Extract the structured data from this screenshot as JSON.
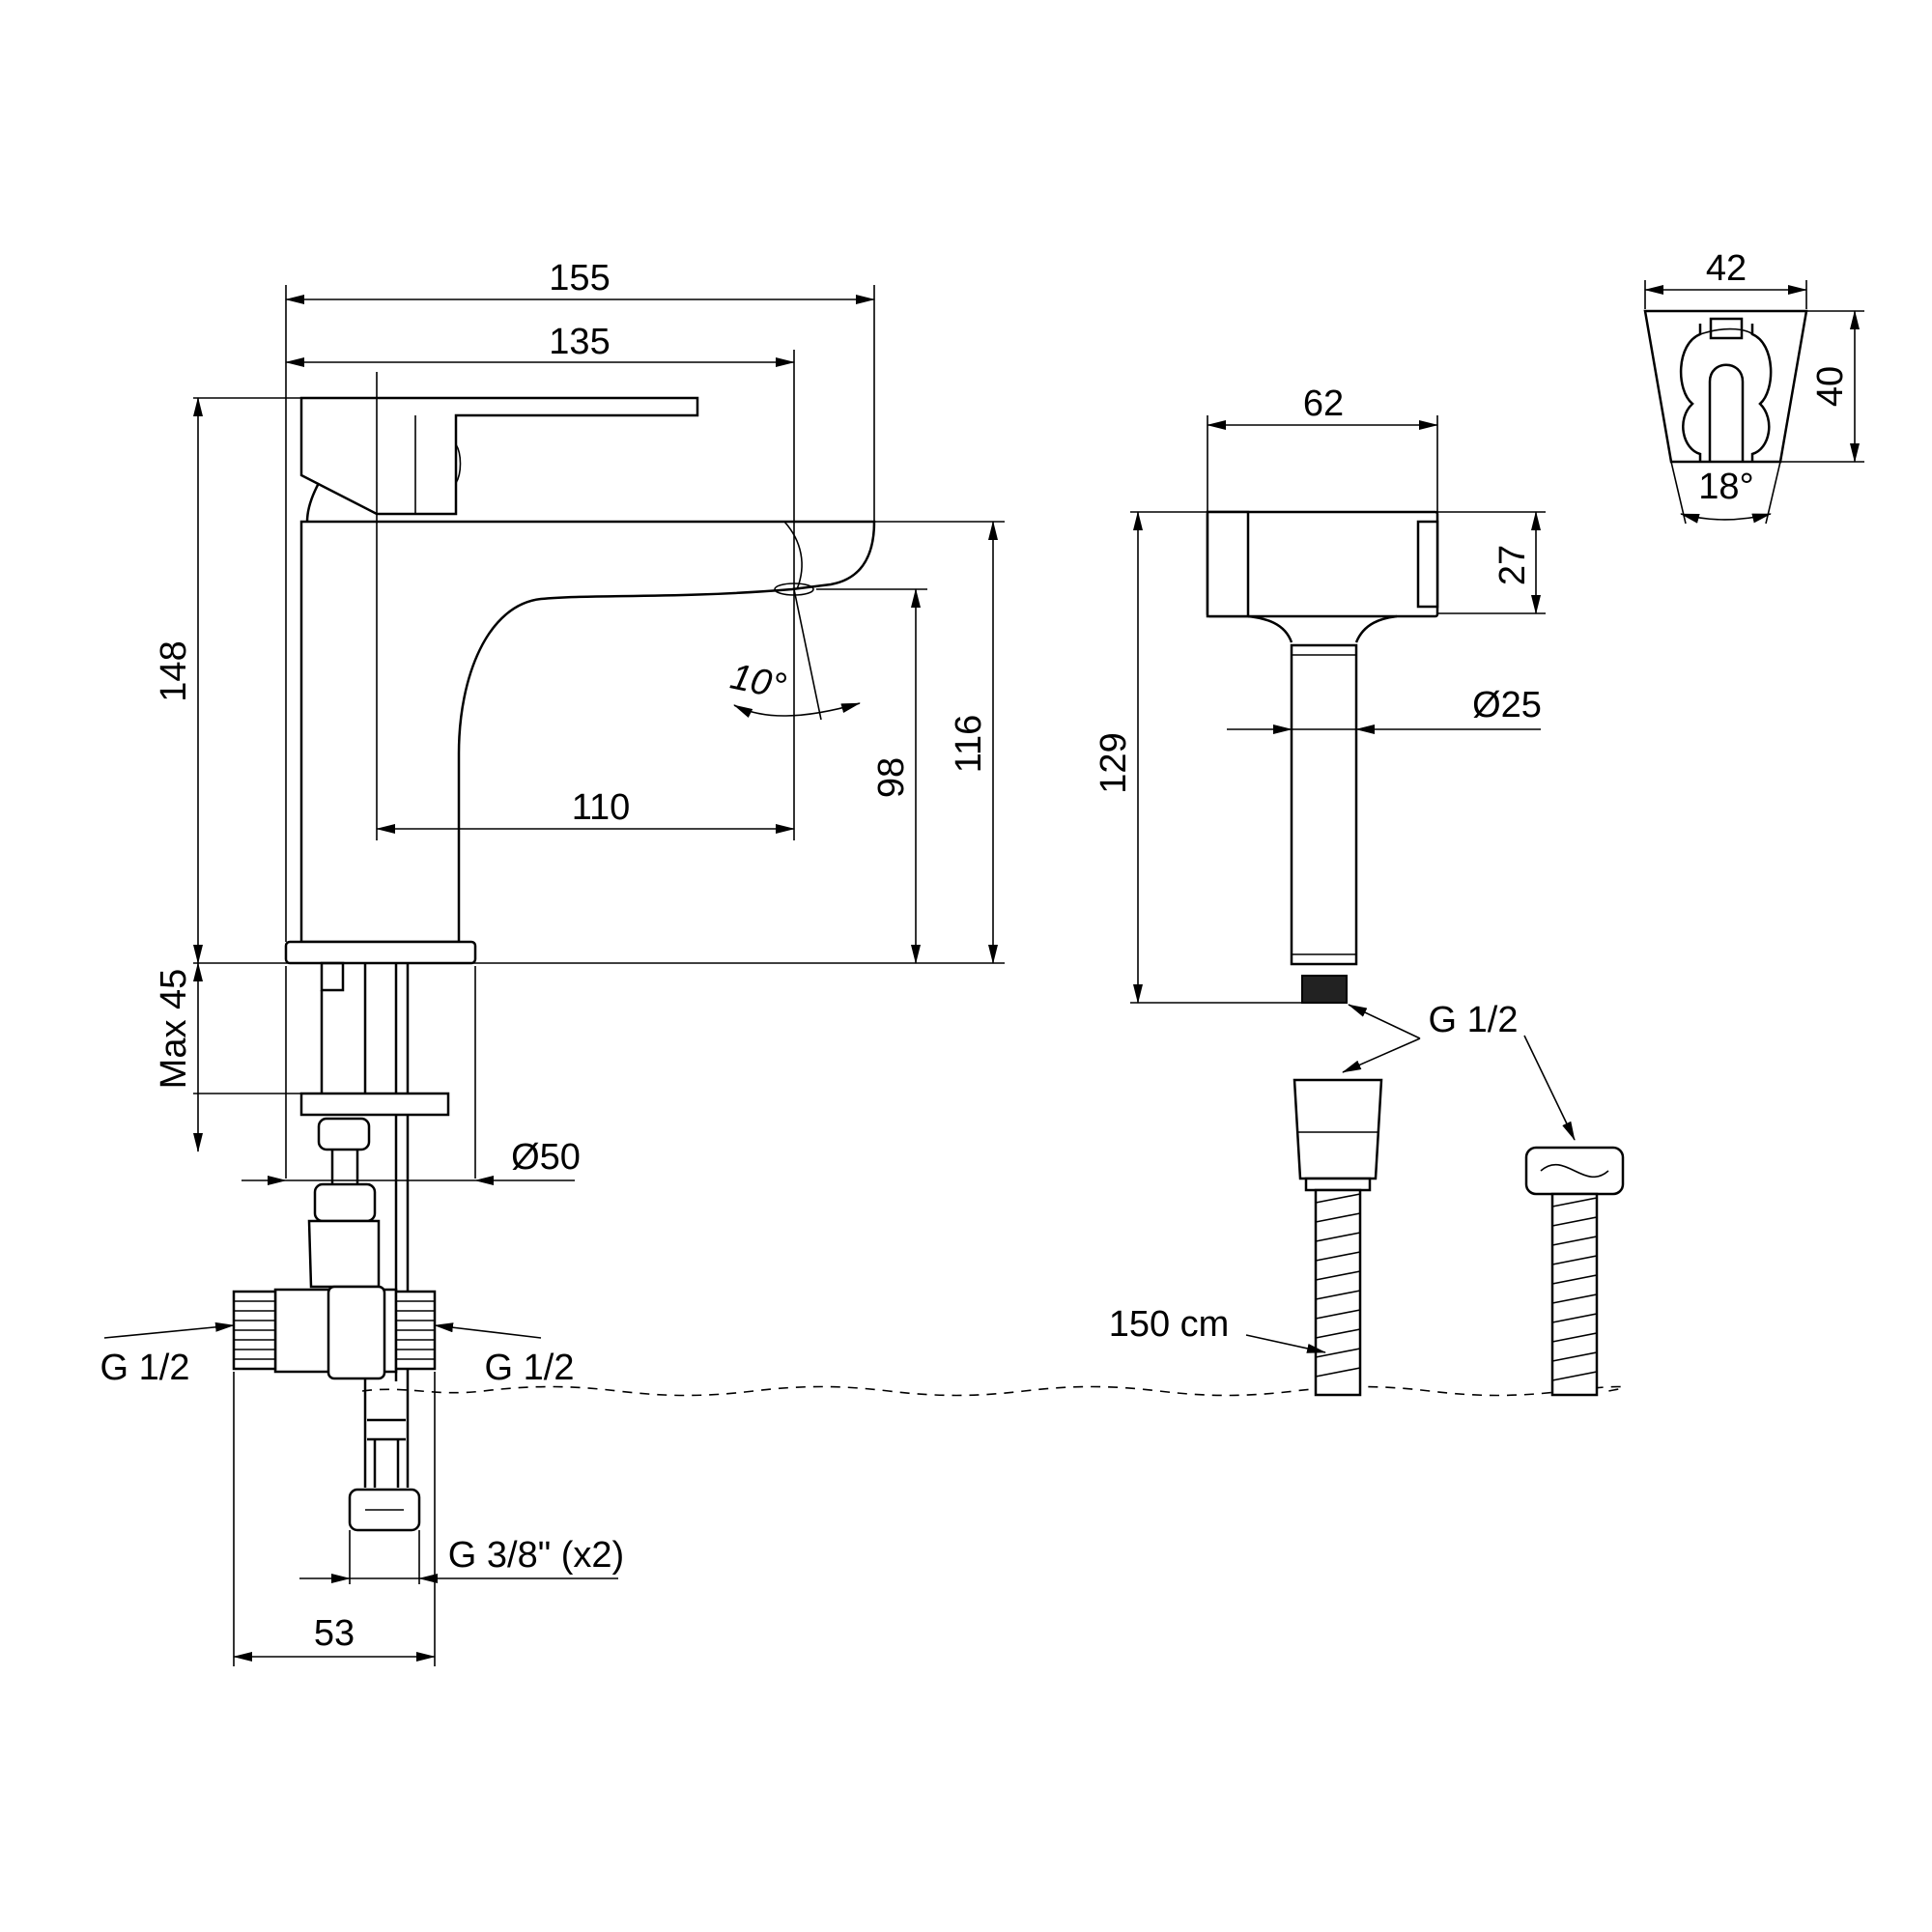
{
  "drawing": {
    "faucet": {
      "width_overall": "155",
      "width_lever": "135",
      "reach": "110",
      "height_total": "148",
      "height_spout_outlet": "98",
      "height_spout": "116",
      "angle": "10°",
      "deck_thickness": "Max 45",
      "base_diameter": "Ø50",
      "inlet_left": "G 1/2",
      "inlet_right": "G 1/2",
      "supply_connection": "G 3/8\" (x2)",
      "connector_width": "53"
    },
    "hand_shower": {
      "head_width": "62",
      "head_height": "27",
      "handle_diameter": "Ø25",
      "total_length": "129",
      "connection": "G 1/2"
    },
    "hose": {
      "length": "150 cm"
    },
    "holder": {
      "width": "42",
      "height": "40",
      "angle": "18°"
    }
  },
  "colors": {
    "line": "#000000",
    "background": "#ffffff"
  }
}
